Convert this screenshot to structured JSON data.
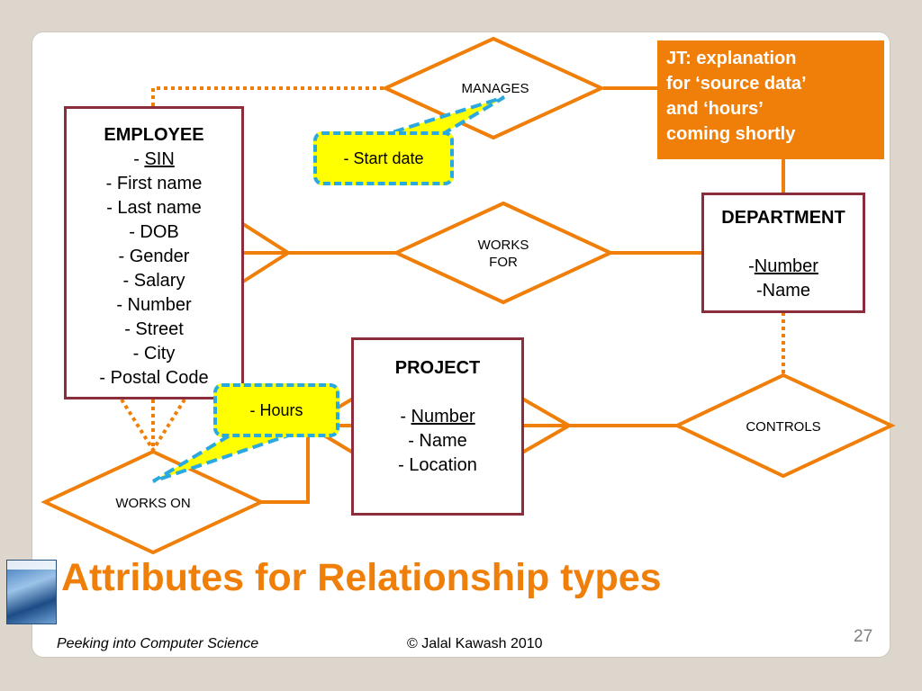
{
  "slide": {
    "title": "Attributes for Relationship types",
    "footer_left": "Peeking into Computer Science",
    "footer_center": "© Jalal Kawash 2010",
    "page_number": "27"
  },
  "note": {
    "line1": "JT:  explanation",
    "line2": "for ‘source data’",
    "line3": "and ‘hours’",
    "line4": "coming shortly"
  },
  "entities": {
    "employee": {
      "name": "EMPLOYEE",
      "key_prefix": "- ",
      "key": "SIN",
      "attributes": [
        "- First name",
        "- Last name",
        "- DOB",
        "- Gender",
        "- Salary",
        "- Number",
        "- Street",
        "- City",
        "- Postal Code"
      ]
    },
    "department": {
      "name": "DEPARTMENT",
      "key_prefix": "-",
      "key": "Number",
      "attributes": [
        "-Name"
      ]
    },
    "project": {
      "name": "PROJECT",
      "key_prefix": "- ",
      "key": "Number",
      "attributes": [
        "- Name",
        "- Location"
      ]
    }
  },
  "relationships": {
    "manages": "MANAGES",
    "works_for_line1": "WORKS",
    "works_for_line2": "FOR",
    "controls": "CONTROLS",
    "works_on": "WORKS ON"
  },
  "callouts": {
    "start_date": "- Start date",
    "hours": "- Hours"
  },
  "colors": {
    "entity_border": "#8b2d3b",
    "relationship_line": "#f07f09",
    "callout_fill": "#ffff00",
    "callout_border": "#2aa8e0",
    "note_fill": "#f07f09",
    "title": "#f07f09"
  }
}
